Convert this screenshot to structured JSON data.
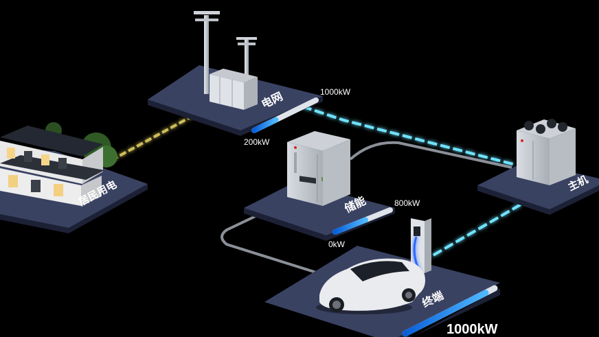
{
  "nodes": {
    "residential": {
      "label": "居民用电"
    },
    "grid": {
      "label": "电网",
      "max_label": "1000kW",
      "min_label": "200kW",
      "level": 0.35
    },
    "storage": {
      "label": "储能",
      "max_label": "800kW",
      "min_label": "0kW",
      "level": 0.55
    },
    "host": {
      "label": "主机"
    },
    "terminal": {
      "label": "终端",
      "power_label": "1000kW",
      "level": 0.9
    }
  },
  "colors": {
    "background": "#000000",
    "platform_top": "#3a4262",
    "platform_side": "#1c2136",
    "flow_yellow": "#f2e06a",
    "flow_cyan": "#6fe3ff",
    "flow_grey": "#9aa0a8",
    "gauge_blue": "#1f8dff"
  }
}
